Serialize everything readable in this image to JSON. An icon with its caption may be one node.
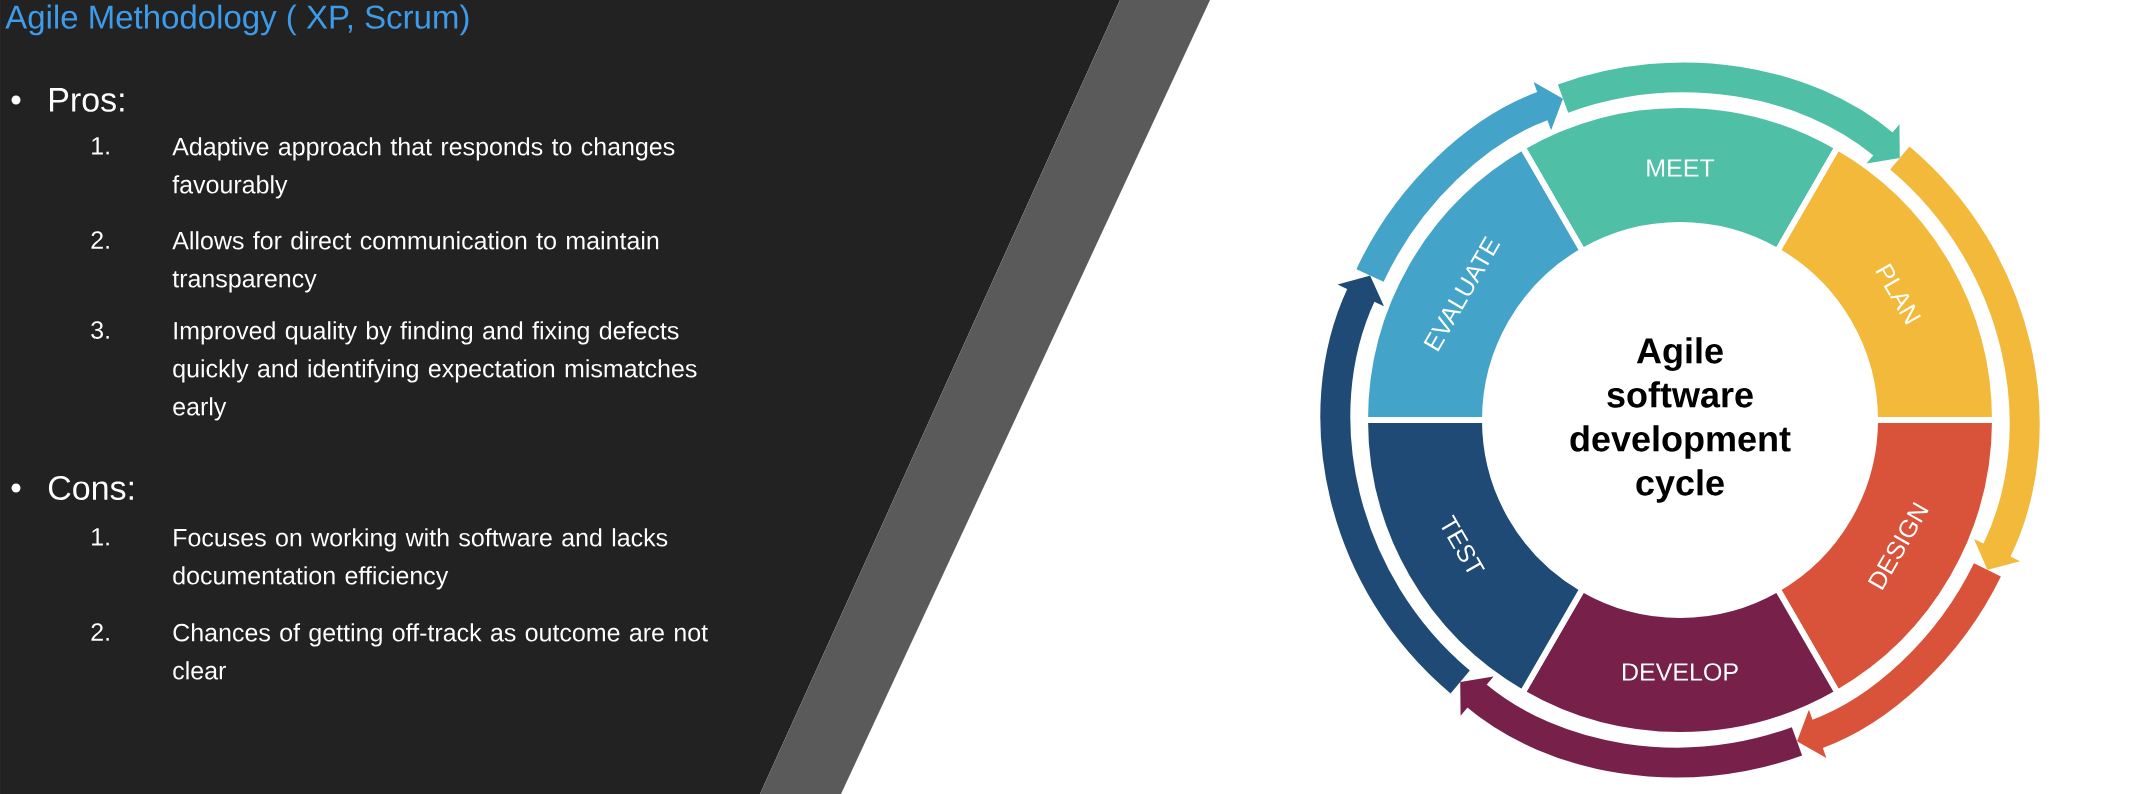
{
  "diagram": {
    "title": "Agile Methodology ( XP, Scrum)",
    "nodes": [
      {
        "text": [
          "Agile software development cycle"
        ]
      },
      {
        "text": [
          "MEET"
        ]
      },
      {
        "text": [
          "PLAN"
        ]
      },
      {
        "text": [
          "DESIGN"
        ]
      },
      {
        "text": [
          "DEVELOP"
        ]
      },
      {
        "text": [
          "TEST"
        ]
      },
      {
        "text": [
          "EVALUATE"
        ]
      }
    ],
    "edges": [
      {
        "from": 1,
        "to": 2,
        "arrow": "to",
        "color": "#4fbfa5"
      },
      {
        "from": 2,
        "to": 3,
        "arrow": "to",
        "color": "#f2b93b"
      },
      {
        "from": 3,
        "to": 4,
        "arrow": "to",
        "color": "#d9533a"
      },
      {
        "from": 4,
        "to": 5,
        "arrow": "to",
        "color": "#77214a"
      },
      {
        "from": 5,
        "to": 6,
        "arrow": "to",
        "color": "#1f4a75"
      },
      {
        "from": 6,
        "to": 1,
        "arrow": "to",
        "color": "#43a3c8"
      }
    ],
    "labels": [
      "Pros:",
      "1.",
      "Adaptive approach that responds to changes favourably",
      "2.",
      "Allows for direct communication to maintain transparency",
      "3.",
      "Improved quality by finding and fixing defects quickly and identifying expectation mismatches early",
      "Cons:",
      "1.",
      "Focuses on working with software and lacks documentation efficiency",
      "2.",
      "Chances of getting off-track as outcome are not clear"
    ]
  }
}
